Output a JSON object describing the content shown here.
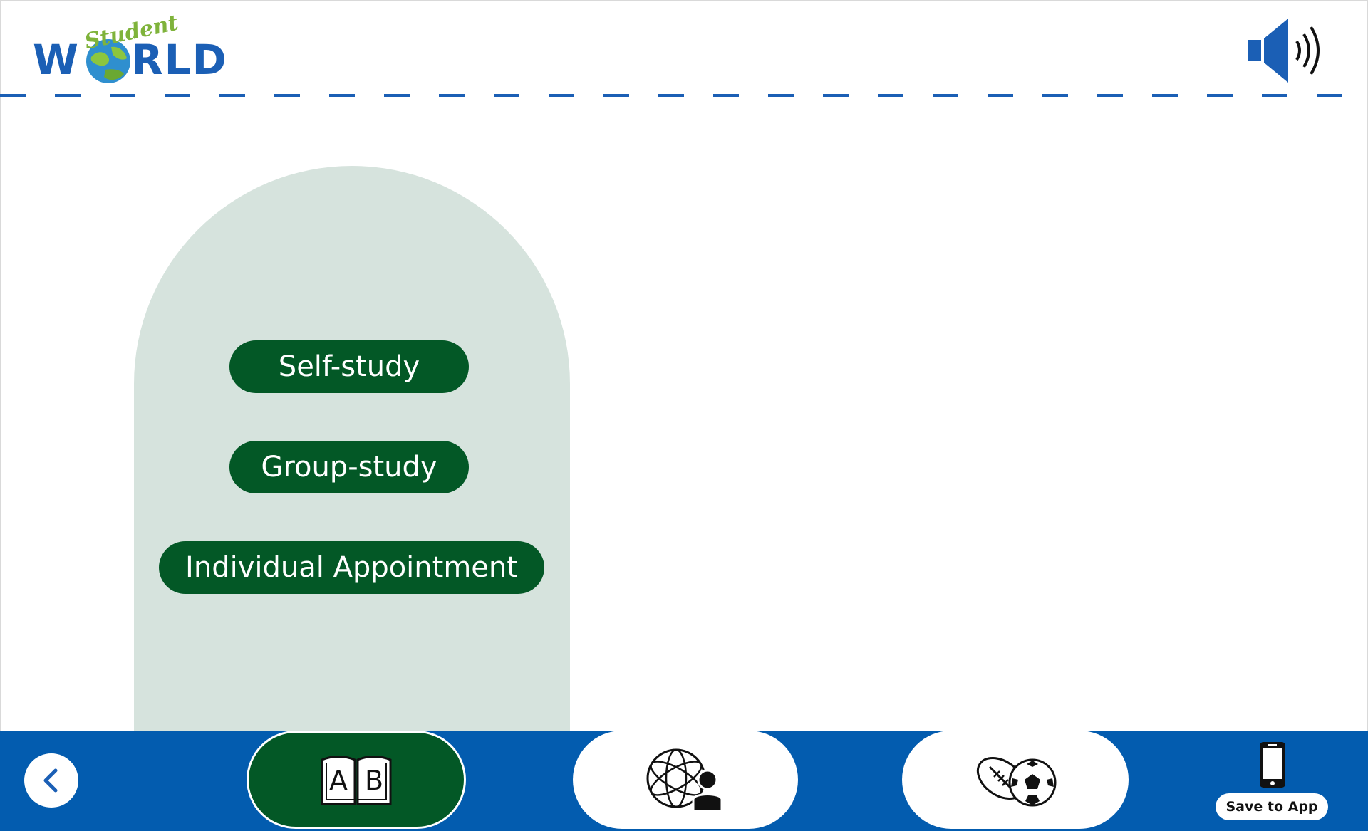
{
  "header": {
    "logo_text": "WORLD",
    "logo_sub": "Student",
    "logo_icon": "globe-icon",
    "audio_icon": "speaker-icon"
  },
  "menu": {
    "buttons": [
      {
        "label": "Self-study"
      },
      {
        "label": "Group-study"
      },
      {
        "label": "Individual Appointment"
      }
    ]
  },
  "bottom_nav": {
    "back_icon": "chevron-left-icon",
    "tabs": [
      {
        "icon": "open-book-ab-icon",
        "active": true
      },
      {
        "icon": "globe-person-icon",
        "active": false
      },
      {
        "icon": "sports-balls-icon",
        "active": false
      }
    ],
    "save_icon": "phone-icon",
    "save_label": "Save to App"
  },
  "colors": {
    "brand_blue": "#035caf",
    "dark_green": "#035826",
    "arch_bg": "#d6e3dd"
  }
}
